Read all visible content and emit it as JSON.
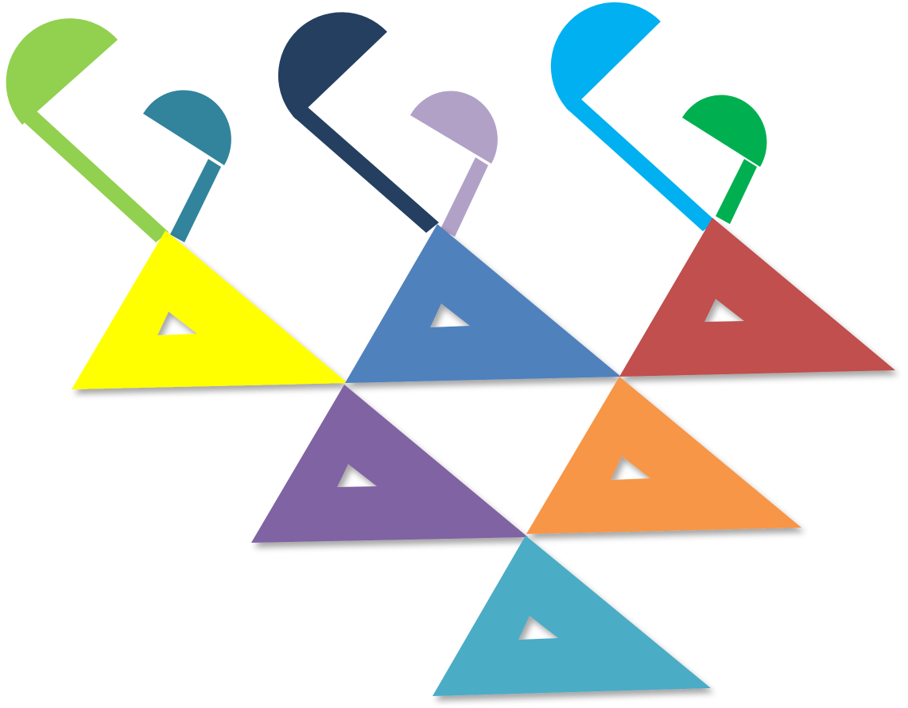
{
  "palette": {
    "yellow": "#FFFF00",
    "steel_blue": "#4F81BD",
    "brick_red": "#C0504D",
    "purple": "#8064A2",
    "orange": "#F79646",
    "teal": "#4BACC6",
    "lime_green": "#92D050",
    "dark_teal": "#31849B",
    "navy": "#243F60",
    "lavender": "#B2A1C7",
    "sky_blue": "#00B0F0",
    "emerald": "#00B050",
    "cutout": "#ffffff"
  },
  "triangles": [
    {
      "name": "yellow-triangle",
      "color": "yellow"
    },
    {
      "name": "blue-triangle",
      "color": "steel_blue"
    },
    {
      "name": "red-triangle",
      "color": "brick_red"
    },
    {
      "name": "purple-triangle",
      "color": "purple"
    },
    {
      "name": "orange-triangle",
      "color": "orange"
    },
    {
      "name": "teal-triangle",
      "color": "teal"
    }
  ],
  "notes": [
    {
      "name": "lime-note",
      "color": "lime_green"
    },
    {
      "name": "dark-teal-note",
      "color": "dark_teal"
    },
    {
      "name": "navy-note",
      "color": "navy"
    },
    {
      "name": "lavender-note",
      "color": "lavender"
    },
    {
      "name": "sky-blue-note",
      "color": "sky_blue"
    },
    {
      "name": "emerald-note",
      "color": "emerald"
    }
  ]
}
